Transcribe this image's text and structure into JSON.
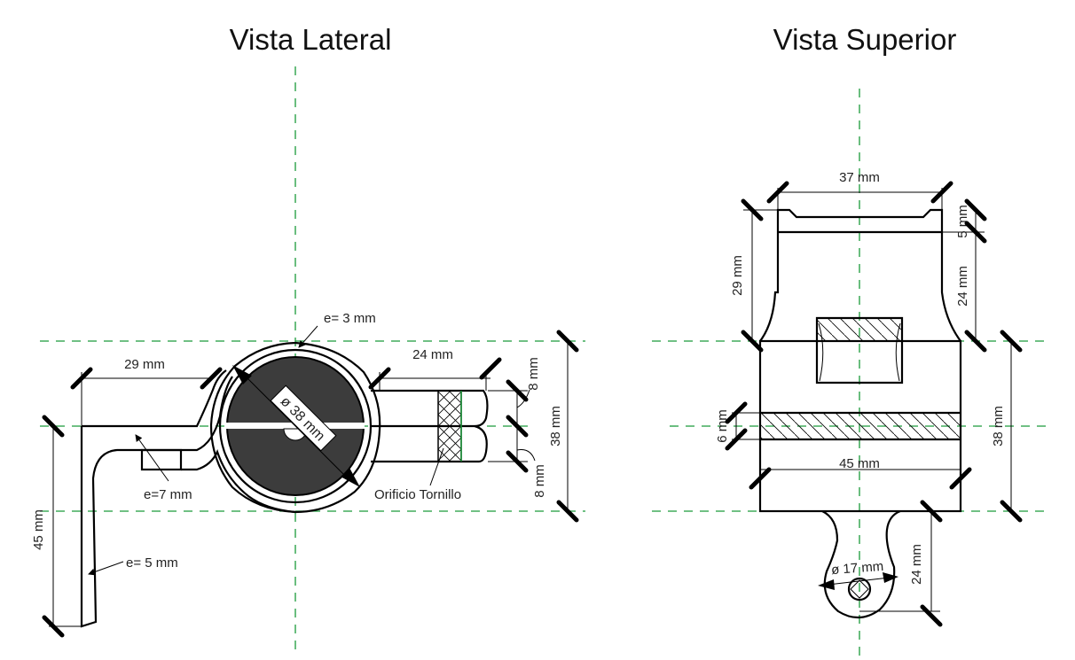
{
  "titles": {
    "lateral": "Vista Lateral",
    "superior": "Vista Superior"
  },
  "lateral": {
    "thickness_ring": "e= 3 mm",
    "thickness_tab": "e=7 mm",
    "thickness_arm": "e= 5 mm",
    "diameter": "ø 38 mm",
    "width_left": "29 mm",
    "width_right": "24 mm",
    "height_total": "38 mm",
    "height_upper": "8 mm",
    "height_lower": "8 mm",
    "arm_length": "45 mm",
    "screw_hole_label": "Orificio Tornillo"
  },
  "superior": {
    "top_width": "37 mm",
    "top_height": "29 mm",
    "lip_height": "5 mm",
    "neck_height": "24 mm",
    "body_height": "38 mm",
    "band_height": "6 mm",
    "body_width": "45 mm",
    "lobe_height": "24 mm",
    "lobe_diameter": "ø 17 mm"
  },
  "colors": {
    "centerline": "#1a9a3a",
    "fill_dark": "#3c3c3c"
  }
}
